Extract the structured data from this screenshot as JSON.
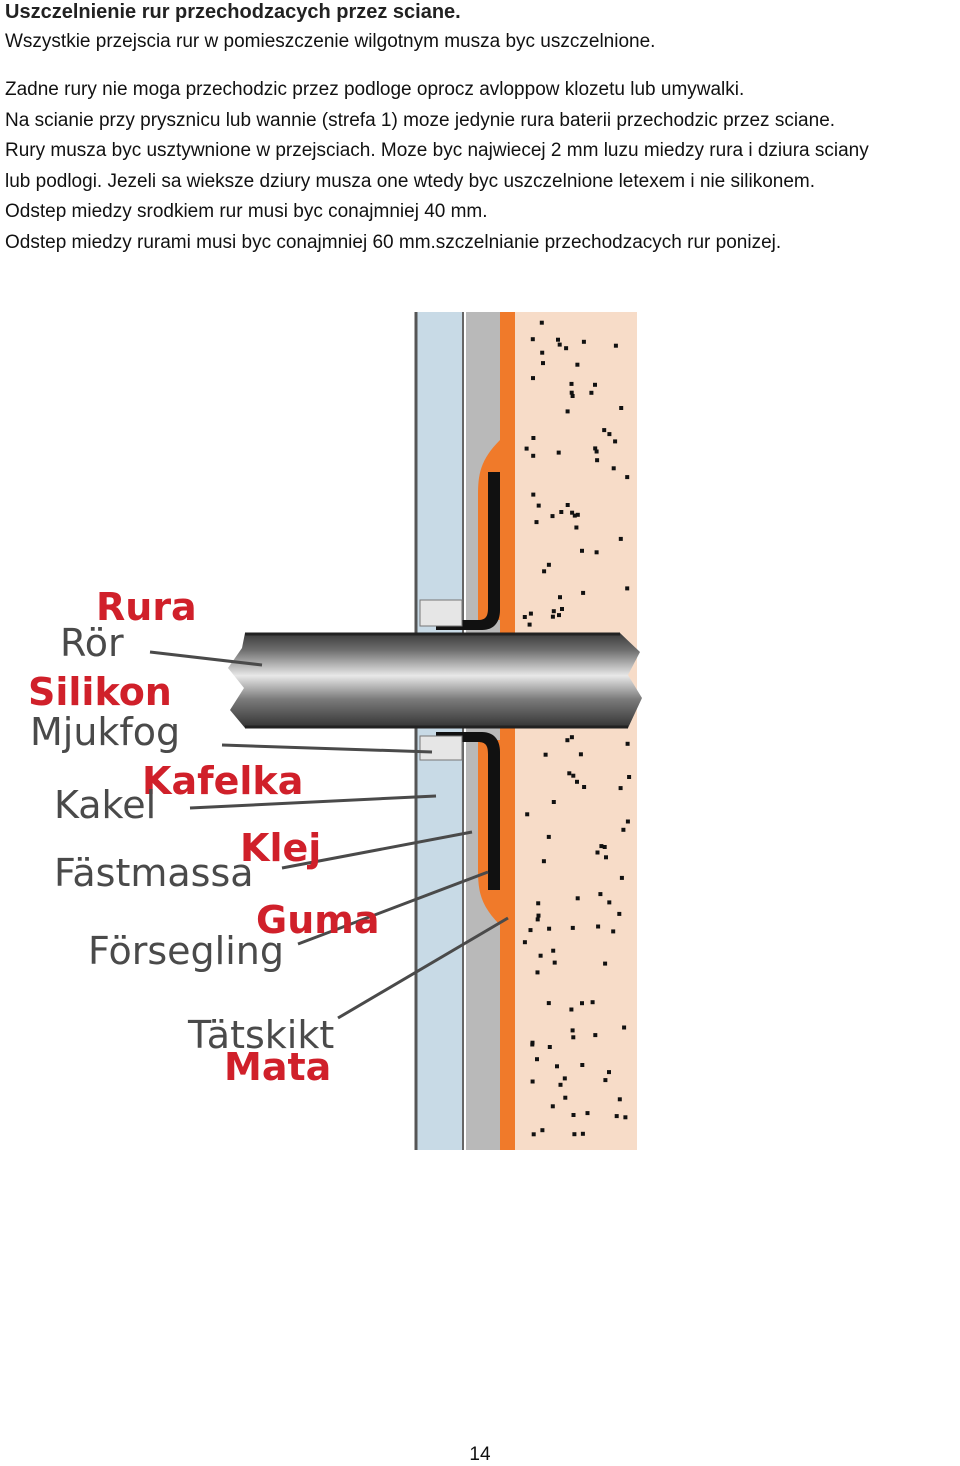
{
  "document": {
    "title": "Uszczelnienie rur przechodzacych przez sciane.",
    "lines": [
      "Wszystkie przejscia rur w pomieszczenie wilgotnym musza byc uszczelnione.",
      "Zadne rury nie moga przechodzic przez podloge oprocz avloppow klozetu lub umywalki.",
      "Na scianie przy prysznicu lub wannie (strefa 1) moze jedynie rura baterii przechodzic przez sciane.",
      "Rury musza byc usztywnione w przejsciach. Moze byc najwiecej 2 mm luzu miedzy rura i dziura sciany",
      "lub podlogi. Jezeli sa wieksze dziury musza one wtedy byc uszczelnione letexem i nie silikonem.",
      "Odstep miedzy srodkiem rur musi byc conajmniej 40 mm.",
      "Odstep miedzy rurami musi byc conajmniej 60 mm.szczelnianie przechodzacych rur ponizej."
    ],
    "page_number": "14"
  },
  "diagram": {
    "labels": {
      "rura": "Rura",
      "ror": "Rör",
      "silikon": "Silikon",
      "mjukfog": "Mjukfog",
      "kafelka": "Kafelka",
      "kakel": "Kakel",
      "klej": "Klej",
      "fastmassa": "Fästmassa",
      "guma": "Guma",
      "forsegling": "Försegling",
      "tatskikt": "Tätskikt",
      "mata": "Mata"
    },
    "colors": {
      "tile": "#c8dae6",
      "adhesive": "#b9b9b9",
      "membrane": "#f07a2a",
      "wall": "#f7dcc8",
      "seal": "#111111",
      "label_red": "#d0202a",
      "label_gray": "#4a4a4a"
    }
  }
}
